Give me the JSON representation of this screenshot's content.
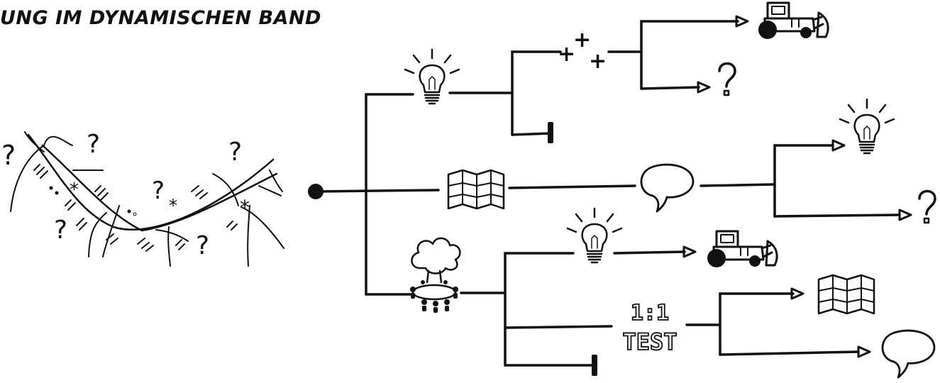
{
  "title": "UNG IM DYNAMISCHEN BAND",
  "labels": {
    "plus_signs": "+",
    "question": "?",
    "asterisk": "*",
    "ratio": "1:1",
    "test": "TEST"
  },
  "icons": [
    "lightbulb-icon",
    "map-icon",
    "speech-bubble-icon",
    "tractor-icon",
    "question-mark-icon",
    "stop-bar-icon",
    "workshop-cloud-icon"
  ]
}
